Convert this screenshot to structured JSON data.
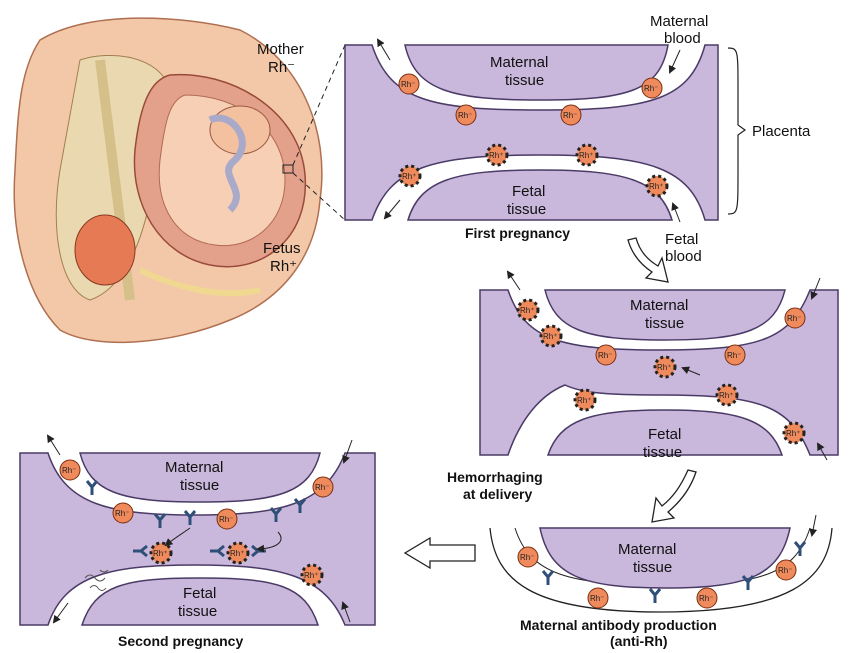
{
  "labels": {
    "mother": "Mother",
    "mother_rh": "Rh⁻",
    "fetus": "Fetus",
    "fetus_rh": "Rh⁺",
    "maternal_blood_1": "Maternal",
    "maternal_blood_2": "blood",
    "fetal_blood_1": "Fetal",
    "fetal_blood_2": "blood",
    "placenta": "Placenta"
  },
  "panels": {
    "first": {
      "caption": "First pregnancy",
      "maternal_1": "Maternal",
      "maternal_2": "tissue",
      "fetal_1": "Fetal",
      "fetal_2": "tissue"
    },
    "hemorrhage": {
      "caption_1": "Hemorrhaging",
      "caption_2": "at delivery",
      "maternal_1": "Maternal",
      "maternal_2": "tissue",
      "fetal_1": "Fetal",
      "fetal_2": "tissue"
    },
    "antibody": {
      "caption_1": "Maternal antibody production",
      "caption_2": "(anti-Rh)",
      "maternal_1": "Maternal",
      "maternal_2": "tissue"
    },
    "second": {
      "caption": "Second pregnancy",
      "maternal_1": "Maternal",
      "maternal_2": "tissue",
      "fetal_1": "Fetal",
      "fetal_2": "tissue"
    }
  },
  "cells": {
    "rh_neg": "Rh⁻",
    "rh_pos": "Rh⁺"
  },
  "colors": {
    "tissue": "#c9b8dc",
    "tissue_stroke": "#4a3a66",
    "cell_fill": "#ee8a5c",
    "cell_stroke": "#7a2e10",
    "antibody": "#2f4f78"
  }
}
